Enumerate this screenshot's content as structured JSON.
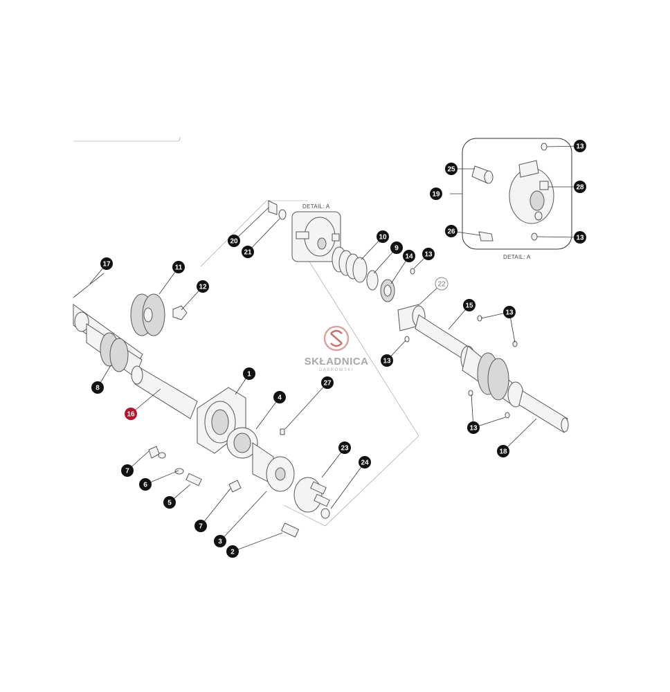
{
  "detail_labels": {
    "top": "DETAIL: A",
    "inset": "DETAIL: A"
  },
  "watermark": {
    "name": "SKŁADNICA",
    "sub": "DĄBROWSKI"
  },
  "callouts": [
    {
      "id": "c1",
      "label": "1",
      "style": "black"
    },
    {
      "id": "c2",
      "label": "2",
      "style": "black"
    },
    {
      "id": "c3",
      "label": "3",
      "style": "black"
    },
    {
      "id": "c4",
      "label": "4",
      "style": "black"
    },
    {
      "id": "c5",
      "label": "5",
      "style": "black"
    },
    {
      "id": "c6",
      "label": "6",
      "style": "black"
    },
    {
      "id": "c7a",
      "label": "7",
      "style": "black"
    },
    {
      "id": "c7b",
      "label": "7",
      "style": "black"
    },
    {
      "id": "c8",
      "label": "8",
      "style": "black"
    },
    {
      "id": "c9",
      "label": "9",
      "style": "black"
    },
    {
      "id": "c10",
      "label": "10",
      "style": "black"
    },
    {
      "id": "c11",
      "label": "11",
      "style": "black"
    },
    {
      "id": "c12",
      "label": "12",
      "style": "black"
    },
    {
      "id": "c13a",
      "label": "13",
      "style": "black"
    },
    {
      "id": "c13b",
      "label": "13",
      "style": "black"
    },
    {
      "id": "c13c",
      "label": "13",
      "style": "black"
    },
    {
      "id": "c13d",
      "label": "13",
      "style": "black"
    },
    {
      "id": "c13e",
      "label": "13",
      "style": "black"
    },
    {
      "id": "c13f",
      "label": "13",
      "style": "black"
    },
    {
      "id": "c14",
      "label": "14",
      "style": "black"
    },
    {
      "id": "c15",
      "label": "15",
      "style": "black"
    },
    {
      "id": "c16",
      "label": "16",
      "style": "highlight"
    },
    {
      "id": "c17",
      "label": "17",
      "style": "black"
    },
    {
      "id": "c18",
      "label": "18",
      "style": "black"
    },
    {
      "id": "c19",
      "label": "19",
      "style": "black"
    },
    {
      "id": "c20",
      "label": "20",
      "style": "black"
    },
    {
      "id": "c21",
      "label": "21",
      "style": "black"
    },
    {
      "id": "c22",
      "label": "22",
      "style": "outline"
    },
    {
      "id": "c23",
      "label": "23",
      "style": "black"
    },
    {
      "id": "c24",
      "label": "24",
      "style": "black"
    },
    {
      "id": "c25",
      "label": "25",
      "style": "black"
    },
    {
      "id": "c26",
      "label": "26",
      "style": "black"
    },
    {
      "id": "c27",
      "label": "27",
      "style": "black"
    },
    {
      "id": "c28",
      "label": "28",
      "style": "black"
    }
  ],
  "colors": {
    "callout": "#111111",
    "highlight": "#b5152b",
    "watermark_logo": "#c9736f"
  }
}
